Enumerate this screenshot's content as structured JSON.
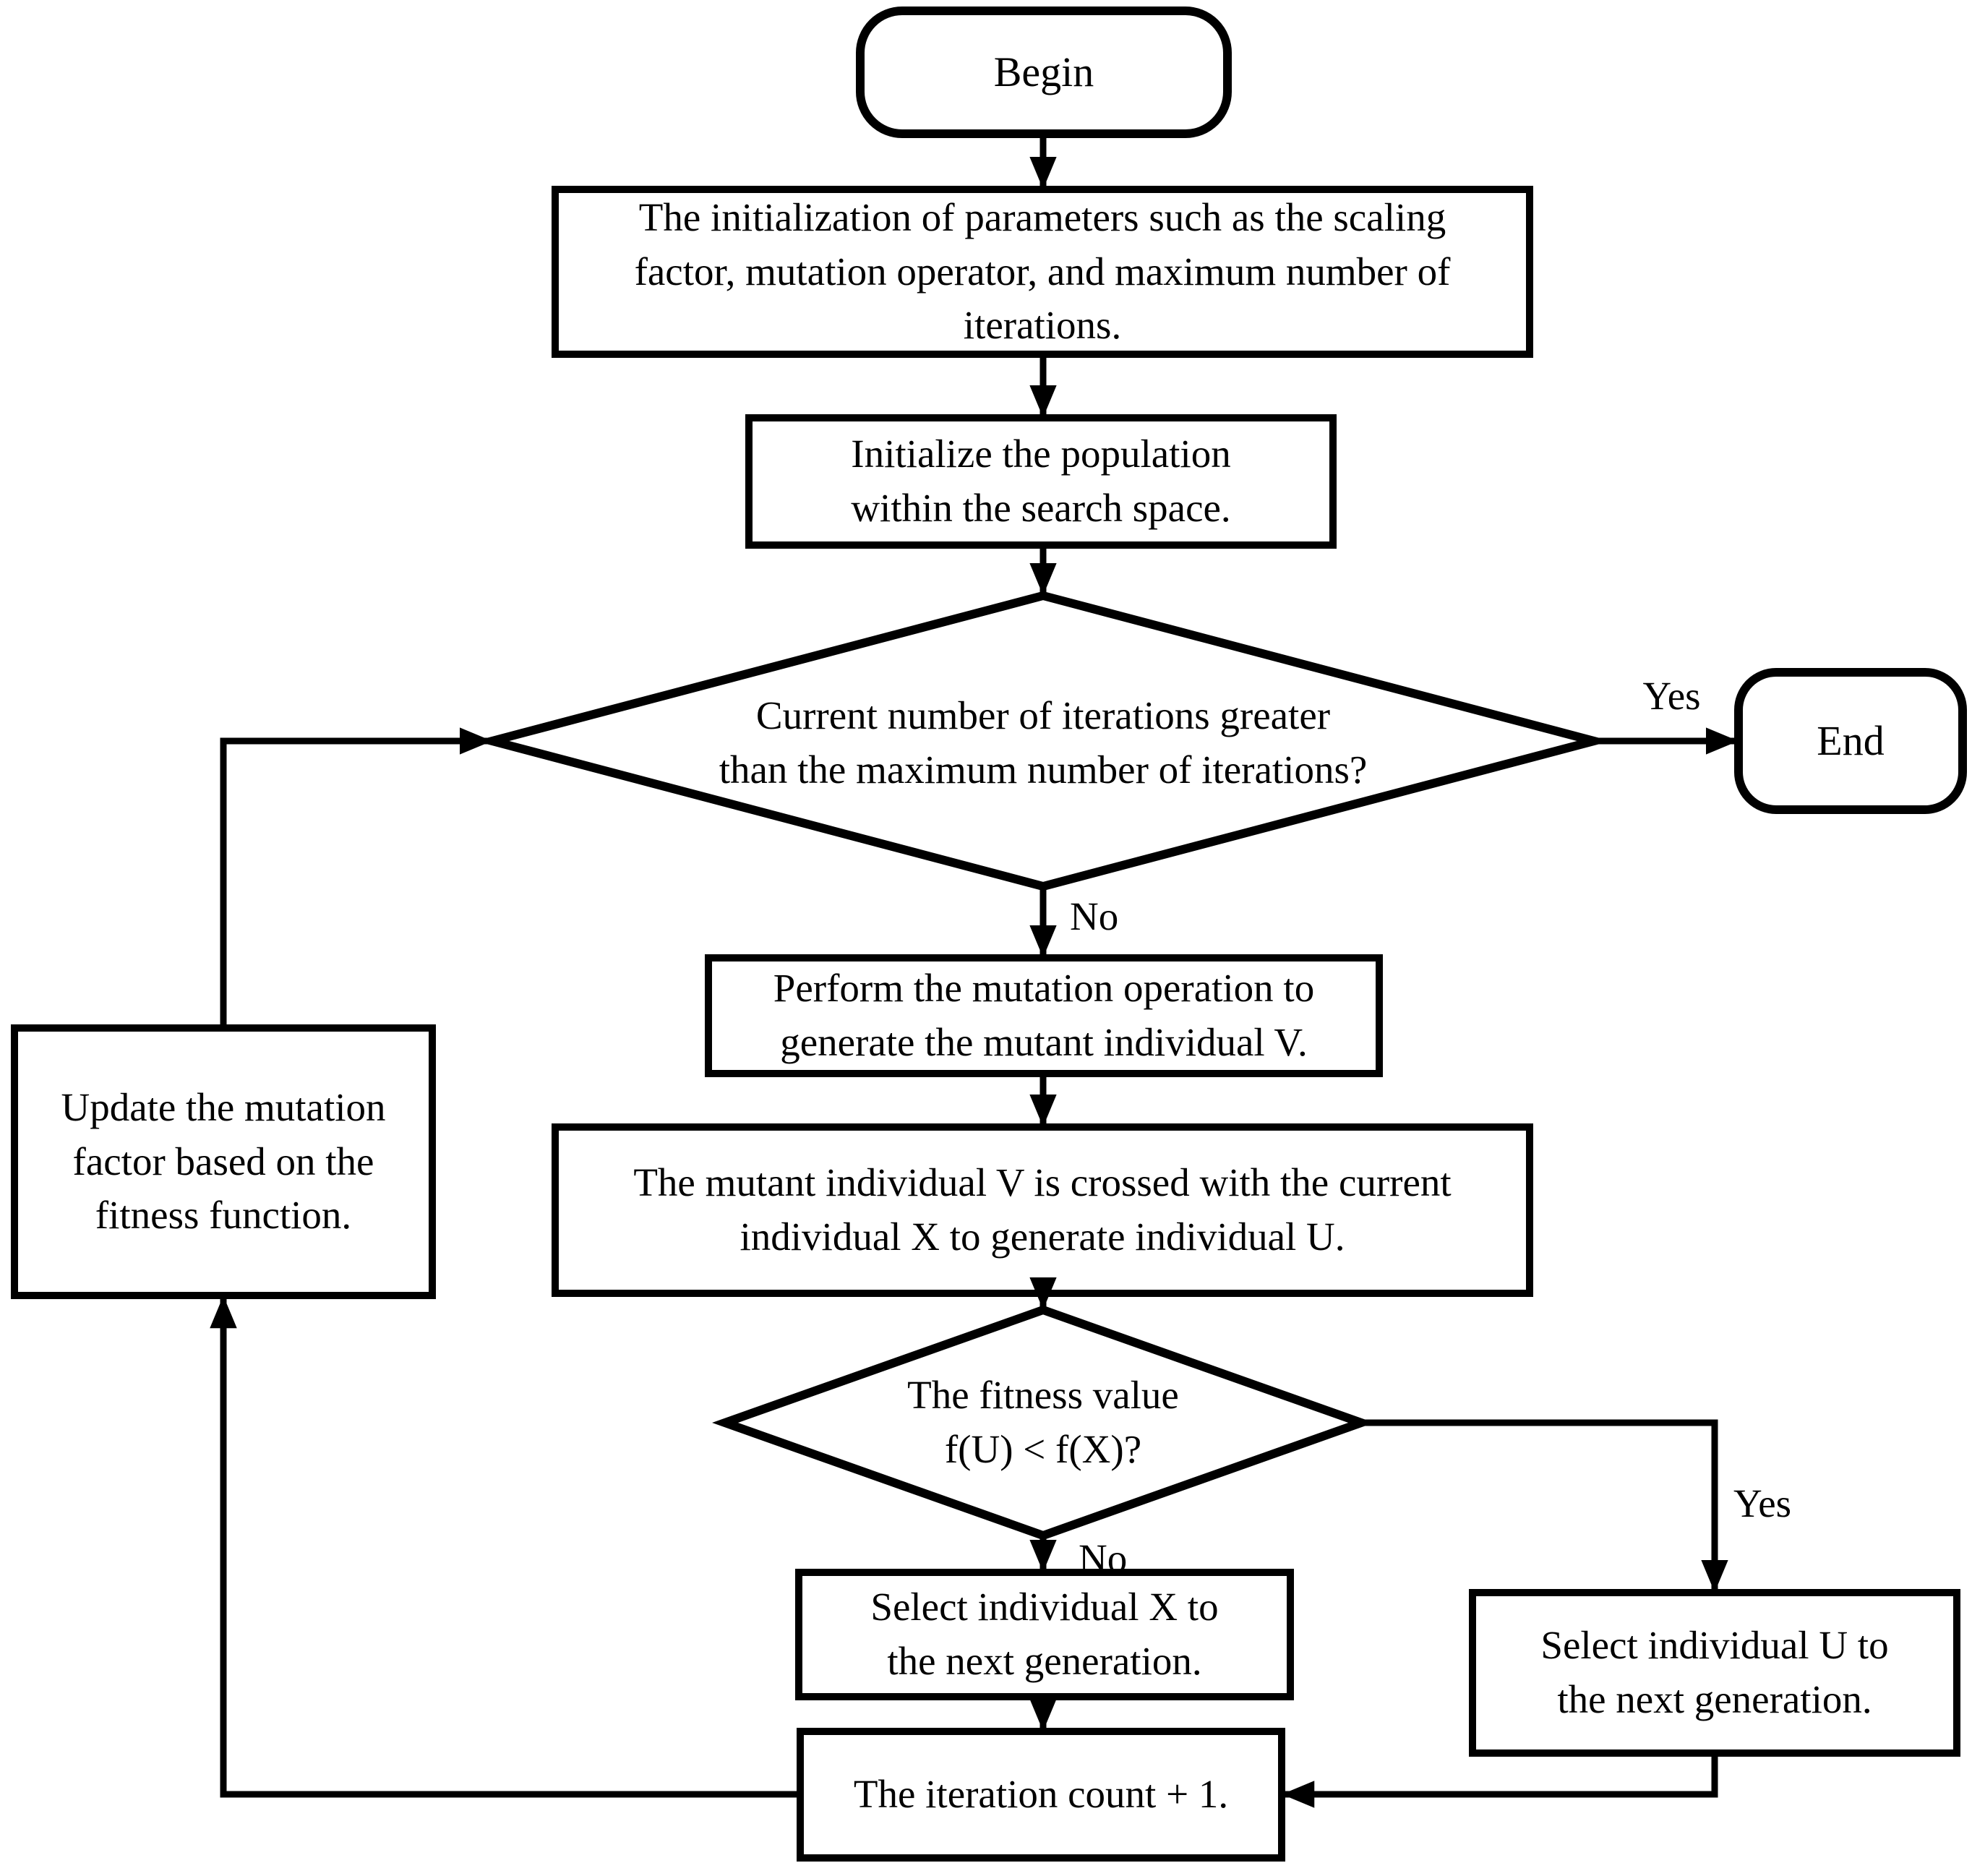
{
  "nodes": {
    "begin": {
      "label": "Begin"
    },
    "init_params": {
      "label": "The initialization of parameters such as the scaling\nfactor, mutation operator, and maximum number of\niterations."
    },
    "init_population": {
      "label": "Initialize the population\nwithin the search space."
    },
    "iteration_check": {
      "label": "Current number of iterations greater\nthan the maximum number of iterations?"
    },
    "end": {
      "label": "End"
    },
    "mutation": {
      "label": "Perform the mutation operation to\ngenerate the mutant individual V."
    },
    "crossover": {
      "label": "The mutant individual V is crossed with the current\nindividual X to generate individual U."
    },
    "fitness_check": {
      "label": "The fitness value\nf(U) < f(X)?"
    },
    "select_x": {
      "label": "Select individual X to\nthe next generation."
    },
    "select_u": {
      "label": "Select individual U to\nthe next generation."
    },
    "iteration_increment": {
      "label": "The iteration count + 1."
    },
    "update_mutation_factor": {
      "label": "Update the mutation\nfactor based on the\nfitness function."
    }
  },
  "edge_labels": {
    "iteration_check_yes": "Yes",
    "iteration_check_no": "No",
    "fitness_check_yes": "Yes",
    "fitness_check_no": "No"
  },
  "colors": {
    "stroke": "#000000",
    "background": "#ffffff",
    "text": "#000000"
  }
}
